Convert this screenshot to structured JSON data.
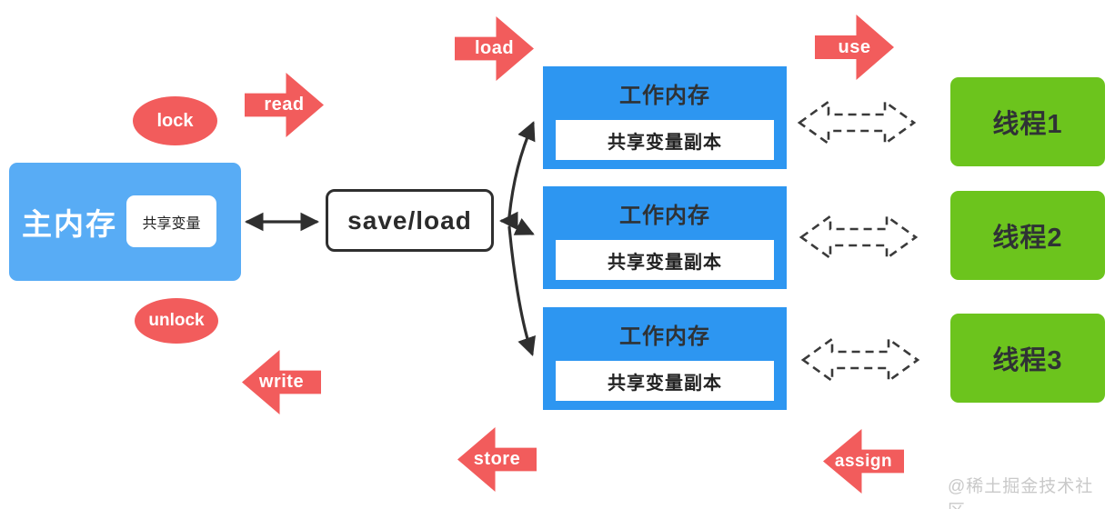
{
  "colors": {
    "main_memory_blue": "#58ACF5",
    "working_memory_blue": "#2D96F1",
    "thread_green": "#6CC41D",
    "op_red": "#F25C5C",
    "line_dark": "#2F2F2F",
    "box_text_dark": "#2F3235",
    "watermark_gray": "#C9C9C9"
  },
  "main_memory": {
    "label": "主内存",
    "shared_variable": "共享变量"
  },
  "hub": {
    "label": "save/load"
  },
  "working_memory": {
    "instances": [
      {
        "title": "工作内存",
        "copy": "共享变量副本"
      },
      {
        "title": "工作内存",
        "copy": "共享变量副本"
      },
      {
        "title": "工作内存",
        "copy": "共享变量副本"
      }
    ]
  },
  "threads": [
    {
      "label": "线程1"
    },
    {
      "label": "线程2"
    },
    {
      "label": "线程3"
    }
  ],
  "operations": {
    "lock": "lock",
    "unlock": "unlock",
    "read": "read",
    "write": "write",
    "load": "load",
    "store": "store",
    "use": "use",
    "assign": "assign"
  },
  "watermark": "@稀土掘金技术社区"
}
